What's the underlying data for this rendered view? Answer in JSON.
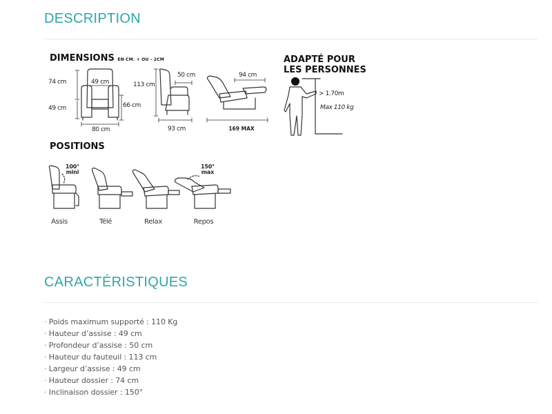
{
  "description": {
    "title": "DESCRIPTION",
    "dimensions": {
      "heading": "DIMENSIONS",
      "tolerance": "EN CM. + OU - 2CM",
      "front": {
        "back_height": "74 cm",
        "seat_width": "49 cm",
        "seat_height": "49 cm",
        "armrest_height": "66 cm",
        "total_width": "80 cm"
      },
      "side": {
        "seat_depth": "50 cm",
        "total_height": "113 cm",
        "total_depth": "93 cm"
      },
      "reclined": {
        "legrest": "94 cm",
        "max_length": "169 MAX"
      }
    },
    "adapted": {
      "heading_line1": "ADAPTÉ POUR",
      "heading_line2": "LES PERSONNES",
      "height": "> 1.70m",
      "weight": "Max 110 kg"
    },
    "positions": {
      "heading": "POSITIONS",
      "assis_angle_1": "100°",
      "assis_angle_2": "mini",
      "repos_angle_1": "150°",
      "repos_angle_2": "max",
      "items": [
        "Assis",
        "Télé",
        "Relax",
        "Repos"
      ]
    }
  },
  "characteristics": {
    "title": "CARACTÉRISTIQUES",
    "items": [
      "Poids maximum supporté : 110 Kg",
      "Hauteur d’assise : 49 cm",
      "Profondeur d’assise : 50 cm",
      "Hauteur du fauteuil : 113 cm",
      "Largeur d’assise : 49 cm",
      "Hauteur dossier : 74 cm",
      "Inclinaison dossier : 150°"
    ]
  },
  "colors": {
    "accent": "#2fa6a6",
    "text": "#555555",
    "heading": "#111111"
  }
}
